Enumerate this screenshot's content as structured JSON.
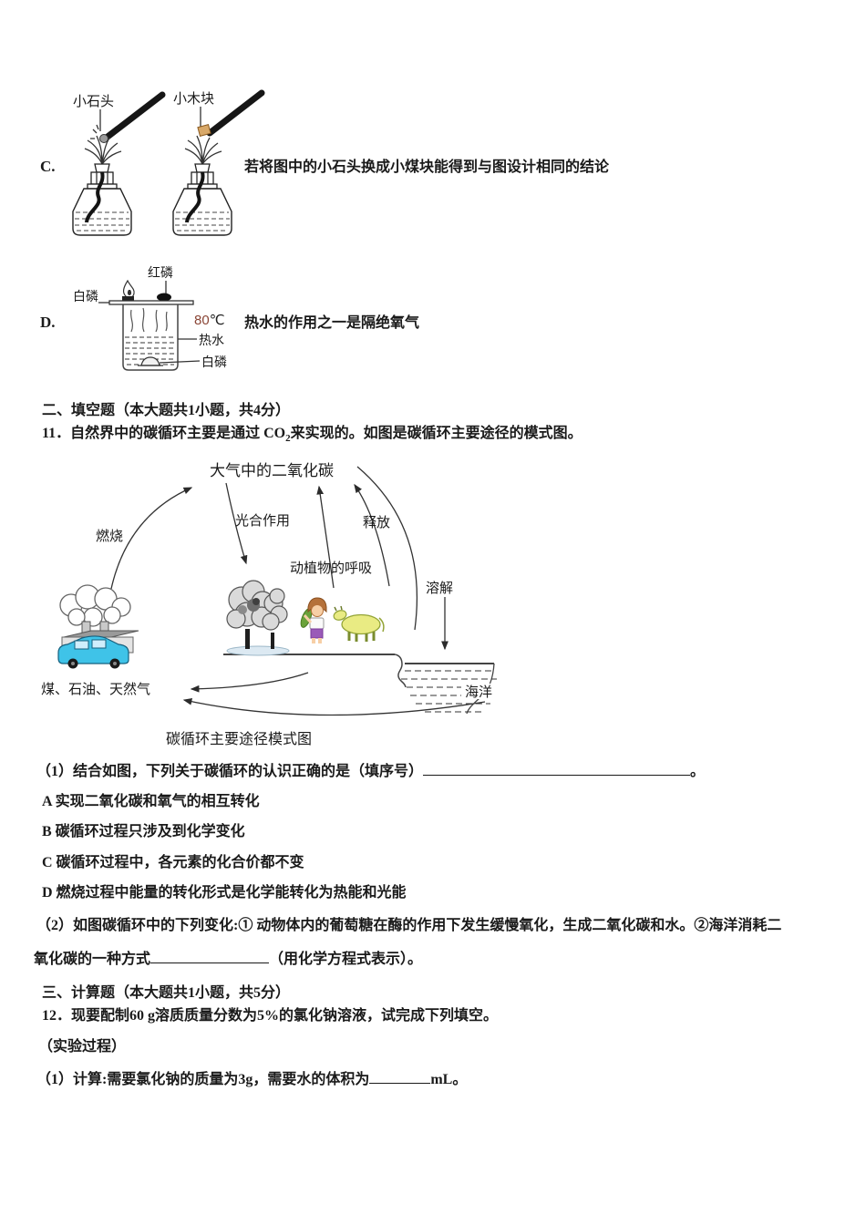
{
  "c_row": {
    "letter": "C.",
    "text": "若将图中的小石头换成小煤块能得到与图设计相同的结论",
    "labels": {
      "left": "小石头",
      "right": "小木块"
    }
  },
  "d_row": {
    "letter": "D.",
    "text": "热水的作用之一是隔绝氧气",
    "labels": {
      "top": "红磷",
      "left": "白磷",
      "temp_num": "80",
      "temp_unit": "℃",
      "water": "热水",
      "bottom": "白磷"
    }
  },
  "s2": {
    "heading": "二、填空题（本大题共1小题，共4分）",
    "q11": {
      "pre": "11．自然界中的碳循环主要是通过 CO",
      "sub": "2",
      "post": "来实现的。如图是碳循环主要途径的模式图。"
    },
    "diagram": {
      "top": "大气中的二氧化碳",
      "burn": "燃烧",
      "photo": "光合作用",
      "release": "释放",
      "resp": "动植物的呼吸",
      "dissolve": "溶解",
      "fossil": "煤、石油、天然气",
      "ocean": "海洋",
      "caption": "碳循环主要途径模式图"
    },
    "q1_pre": "（1）结合如图，下列关于碳循环的认识正确的是（填序号）",
    "q1_end": "。",
    "choices": [
      "A 实现二氧化碳和氧气的相互转化",
      "B 碳循环过程只涉及到化学变化",
      "C 碳循环过程中，各元素的化合价都不变",
      "D 燃烧过程中能量的转化形式是化学能转化为热能和光能"
    ],
    "q2_line1": "（2）如图碳循环中的下列变化:① 动物体内的葡萄糖在酶的作用下发生缓慢氧化，生成二氧化碳和水。②海洋消耗二",
    "q2_line2_pre": "氧化碳的一种方式",
    "q2_line2_post": "（用化学方程式表示）。"
  },
  "s3": {
    "heading": "三、计算题（本大题共1小题，共5分）",
    "q12": "12．现要配制60 g溶质质量分数为5%的氯化钠溶液，试完成下列填空。",
    "process": "（实验过程）",
    "calc_pre": "（1）计算:需要氯化钠的质量为3g，需要水的体积为",
    "calc_post": "mL。"
  },
  "colors": {
    "ink": "#1a1a1a",
    "car": "#3fc3e8",
    "cow": "#e9eb83",
    "temp": "#8a4535"
  }
}
